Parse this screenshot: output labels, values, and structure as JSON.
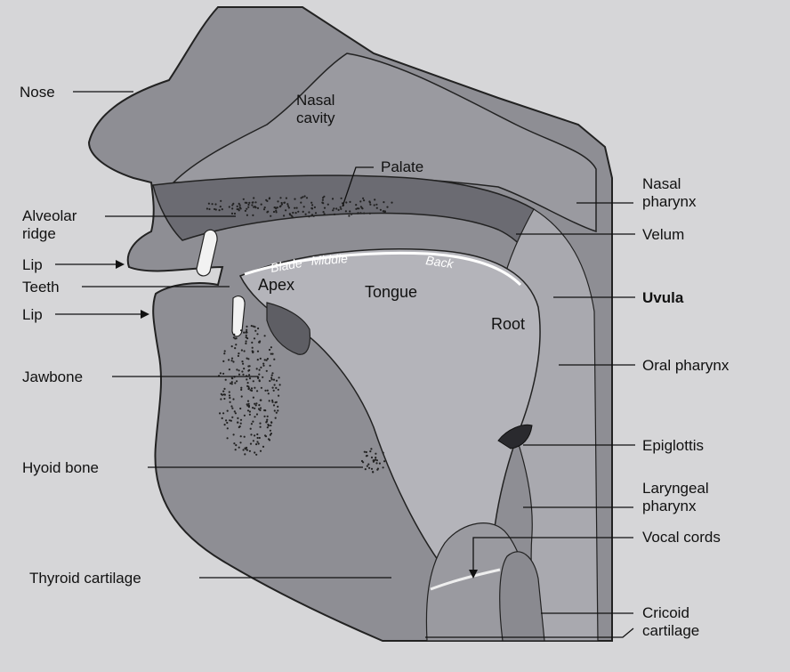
{
  "colors": {
    "background": "#d6d6d8",
    "head_fill": "#8e8e94",
    "airway_fill": "#a9a9af",
    "nasal_fill": "#9a9aa0",
    "palate_fill": "#6b6b72",
    "tongue_fill": "#b4b4ba",
    "epiglottis_fill": "#2a2a2e",
    "outline": "#222"
  },
  "labels": {
    "nose": "Nose",
    "nasal_cavity": "Nasal\ncavity",
    "palate": "Palate",
    "alveolar_ridge": "Alveolar\nridge",
    "lip_upper": "Lip",
    "teeth": "Teeth",
    "lip_lower": "Lip",
    "jawbone": "Jawbone",
    "hyoid_bone": "Hyoid bone",
    "thyroid_cartilage": "Thyroid cartilage",
    "nasal_pharynx": "Nasal\npharynx",
    "velum": "Velum",
    "uvula": "Uvula",
    "oral_pharynx": "Oral pharynx",
    "epiglottis": "Epiglottis",
    "laryngeal_pharynx": "Laryngeal\npharynx",
    "vocal_cords": "Vocal cords",
    "cricoid_cartilage": "Cricoid\ncartilage"
  },
  "tongue_labels": {
    "blade": "Blade",
    "middle": "Middle",
    "back": "Back",
    "apex": "Apex",
    "tongue": "Tongue",
    "root": "Root"
  }
}
